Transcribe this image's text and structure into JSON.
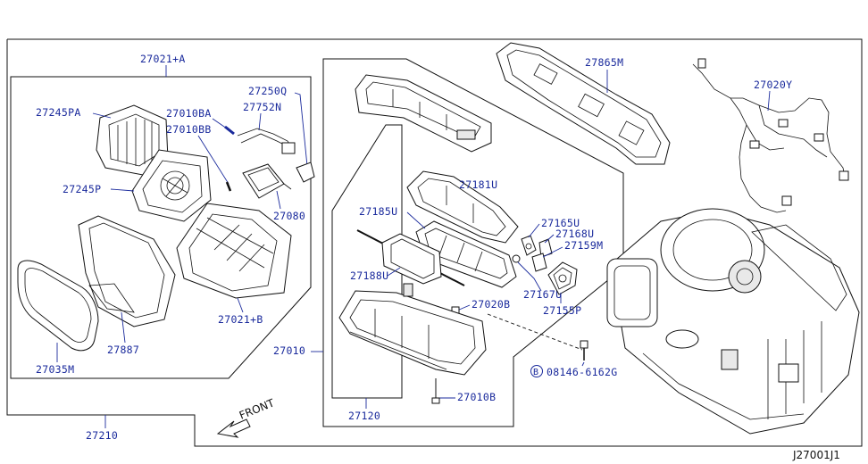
{
  "labels": {
    "p27021a": "27021+A",
    "p27245pa": "27245PA",
    "p27010ba": "27010BA",
    "p27010bb": "27010BB",
    "p27250q": "27250Q",
    "p27752n": "27752N",
    "p27245p": "27245P",
    "p27080": "27080",
    "p27021b": "27021+B",
    "p27887": "27887",
    "p27035m": "27035M",
    "p27210": "27210",
    "p27010": "27010",
    "p27865m": "27865M",
    "p27020y": "27020Y",
    "p27181u": "27181U",
    "p27185u": "27185U",
    "p27165u": "27165U",
    "p27168u": "27168U",
    "p27159m": "27159M",
    "p27188u": "27188U",
    "p27167u": "27167U",
    "p27155p": "27155P",
    "p27020b": "27020B",
    "p08146": "08146-6162G",
    "p27010b": "27010B",
    "p27120": "27120",
    "bolt_symbol": "B",
    "front": "FRONT",
    "diagram_code": "J27001J1"
  }
}
